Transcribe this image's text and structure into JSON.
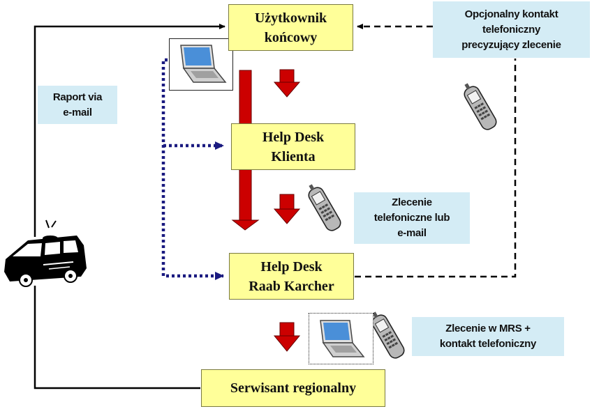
{
  "nodes": {
    "end_user": [
      "Użytkownik",
      "końcowy"
    ],
    "helpdesk_client": [
      "Help Desk",
      "Klienta"
    ],
    "helpdesk_rk": [
      "Help Desk",
      "Raab Karcher"
    ],
    "regional_tech": [
      "Serwisant regionalny"
    ]
  },
  "notes": {
    "optional_phone": [
      "Opcjonalny kontakt",
      "telefoniczny",
      "precyzujący zlecenie"
    ],
    "report_email": [
      "Raport via",
      "e-mail"
    ],
    "order_phone_email": [
      "Zlecenie",
      "telefoniczne lub",
      "e-mail"
    ],
    "order_mrs": [
      "Zlecenie w MRS +",
      "kontakt telefoniczny"
    ]
  },
  "colors": {
    "node_fill": "#ffff99",
    "note_fill": "#d4ecf5",
    "flow_arrow": "#cc0000",
    "dotted_line": "#1a1a80",
    "line": "#000000"
  },
  "icons": [
    "laptop-icon",
    "mobile-phone-icon",
    "service-van-icon"
  ]
}
